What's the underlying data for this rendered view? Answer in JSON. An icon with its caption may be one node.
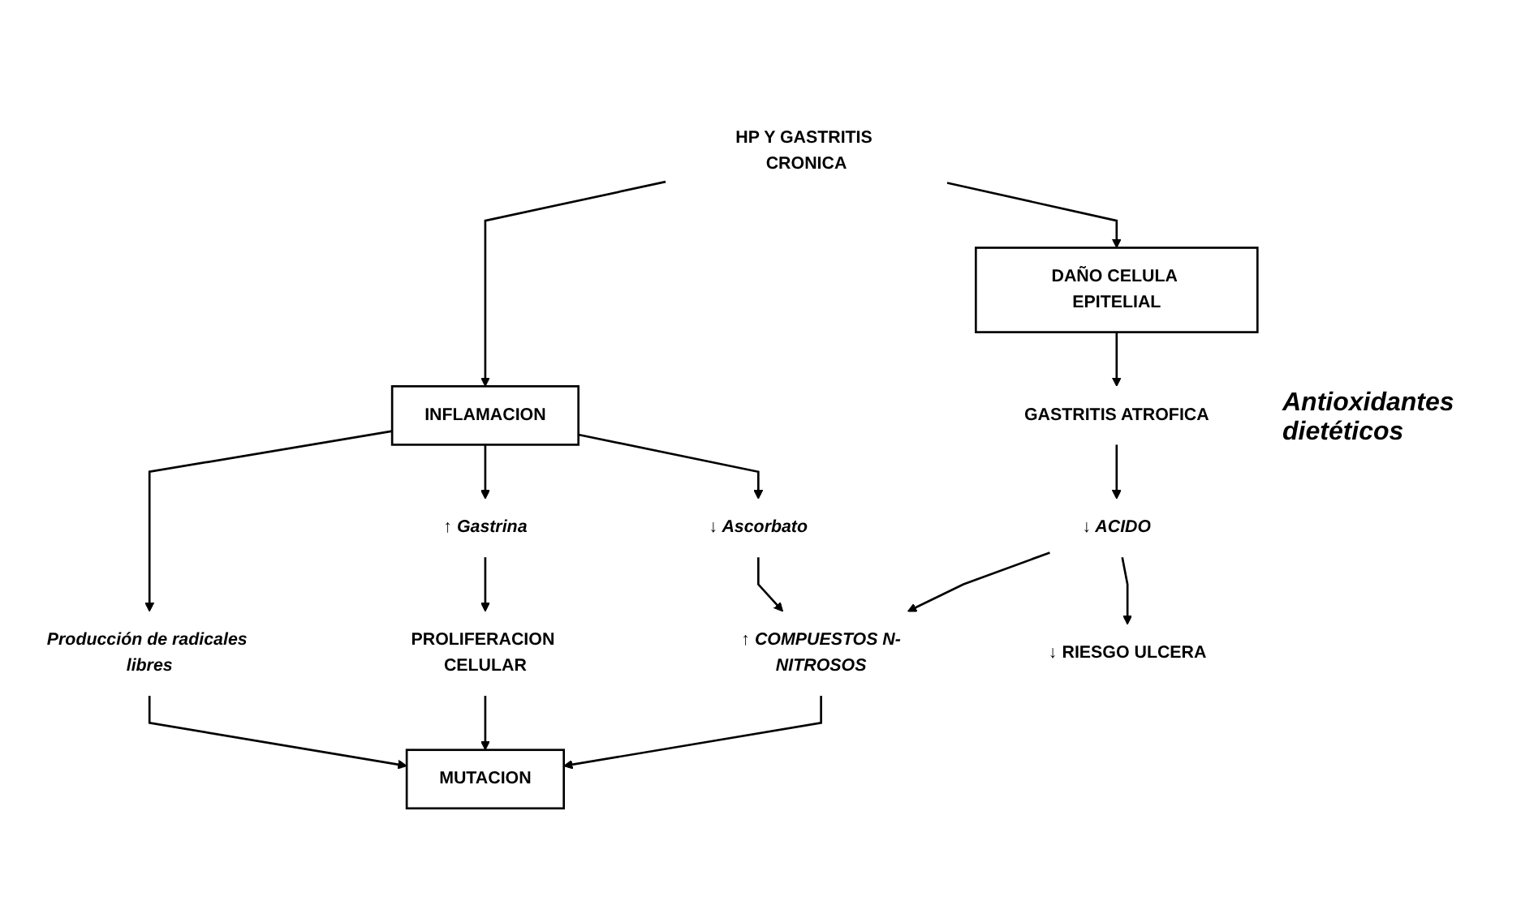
{
  "diagram": {
    "nodes": [
      {
        "text": [
          "HP Y GASTRITIS CRONICA"
        ]
      },
      {
        "text": [
          "INFLAMACION"
        ]
      },
      {
        "text": [
          "DAÑO CELULA EPITELIAL"
        ]
      },
      {
        "text": [
          "Producción de radicales libres"
        ]
      },
      {
        "text": [
          "↑ Gastrina"
        ]
      },
      {
        "text": [
          "↓ Ascorbato"
        ]
      },
      {
        "text": [
          "GASTRITIS ATROFICA"
        ]
      },
      {
        "text": [
          "PROLIFERACION CELULAR"
        ]
      },
      {
        "text": [
          "↓ ACIDO"
        ]
      },
      {
        "text": [
          "↑ COMPUESTOS N-NITROSOS"
        ]
      },
      {
        "text": [
          "MUTACION"
        ]
      },
      {
        "text": [
          "↓ RIESGO ULCERA"
        ]
      }
    ],
    "edges": [
      {
        "from": 0,
        "to": 1,
        "arrow": "to"
      },
      {
        "from": 0,
        "to": 2,
        "arrow": "to"
      },
      {
        "from": 1,
        "to": 3,
        "arrow": "to"
      },
      {
        "from": 1,
        "to": 4,
        "arrow": "to"
      },
      {
        "from": 1,
        "to": 5,
        "arrow": "to"
      },
      {
        "from": 2,
        "to": 6,
        "arrow": "to"
      },
      {
        "from": 4,
        "to": 7,
        "arrow": "to"
      },
      {
        "from": 5,
        "to": 9,
        "arrow": "to"
      },
      {
        "from": 6,
        "to": 8,
        "arrow": "to"
      },
      {
        "from": 3,
        "to": 10,
        "arrow": "to"
      },
      {
        "from": 7,
        "to": 10,
        "arrow": "to"
      },
      {
        "from": 8,
        "to": 9,
        "arrow": "to"
      },
      {
        "from": 9,
        "to": 10,
        "arrow": "to"
      },
      {
        "from": 8,
        "to": 11,
        "arrow": "to"
      }
    ],
    "labels": [
      "Antioxidantes dietéticos"
    ]
  }
}
